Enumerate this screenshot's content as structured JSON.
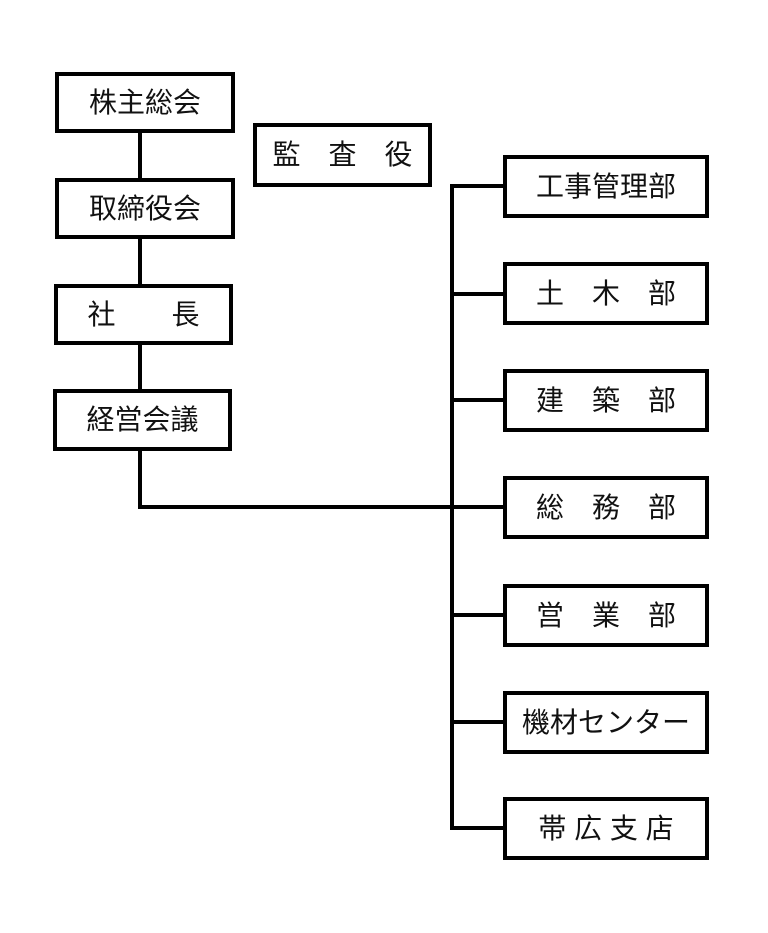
{
  "org_chart": {
    "nodes": {
      "shareholders_meeting": "株主総会",
      "board_of_directors": "取締役会",
      "president": "社　　長",
      "management_council": "経営会議",
      "auditor": "監　査　役",
      "departments": [
        {
          "label": "工事管理部"
        },
        {
          "label": "土　木　部"
        },
        {
          "label": "建　築　部"
        },
        {
          "label": "総　務　部"
        },
        {
          "label": "営　業　部"
        },
        {
          "label": "機材センター"
        },
        {
          "label": "帯 広 支 店"
        }
      ]
    },
    "colors": {
      "background": "#ffffff",
      "line": "#000000",
      "text": "#111111"
    }
  }
}
